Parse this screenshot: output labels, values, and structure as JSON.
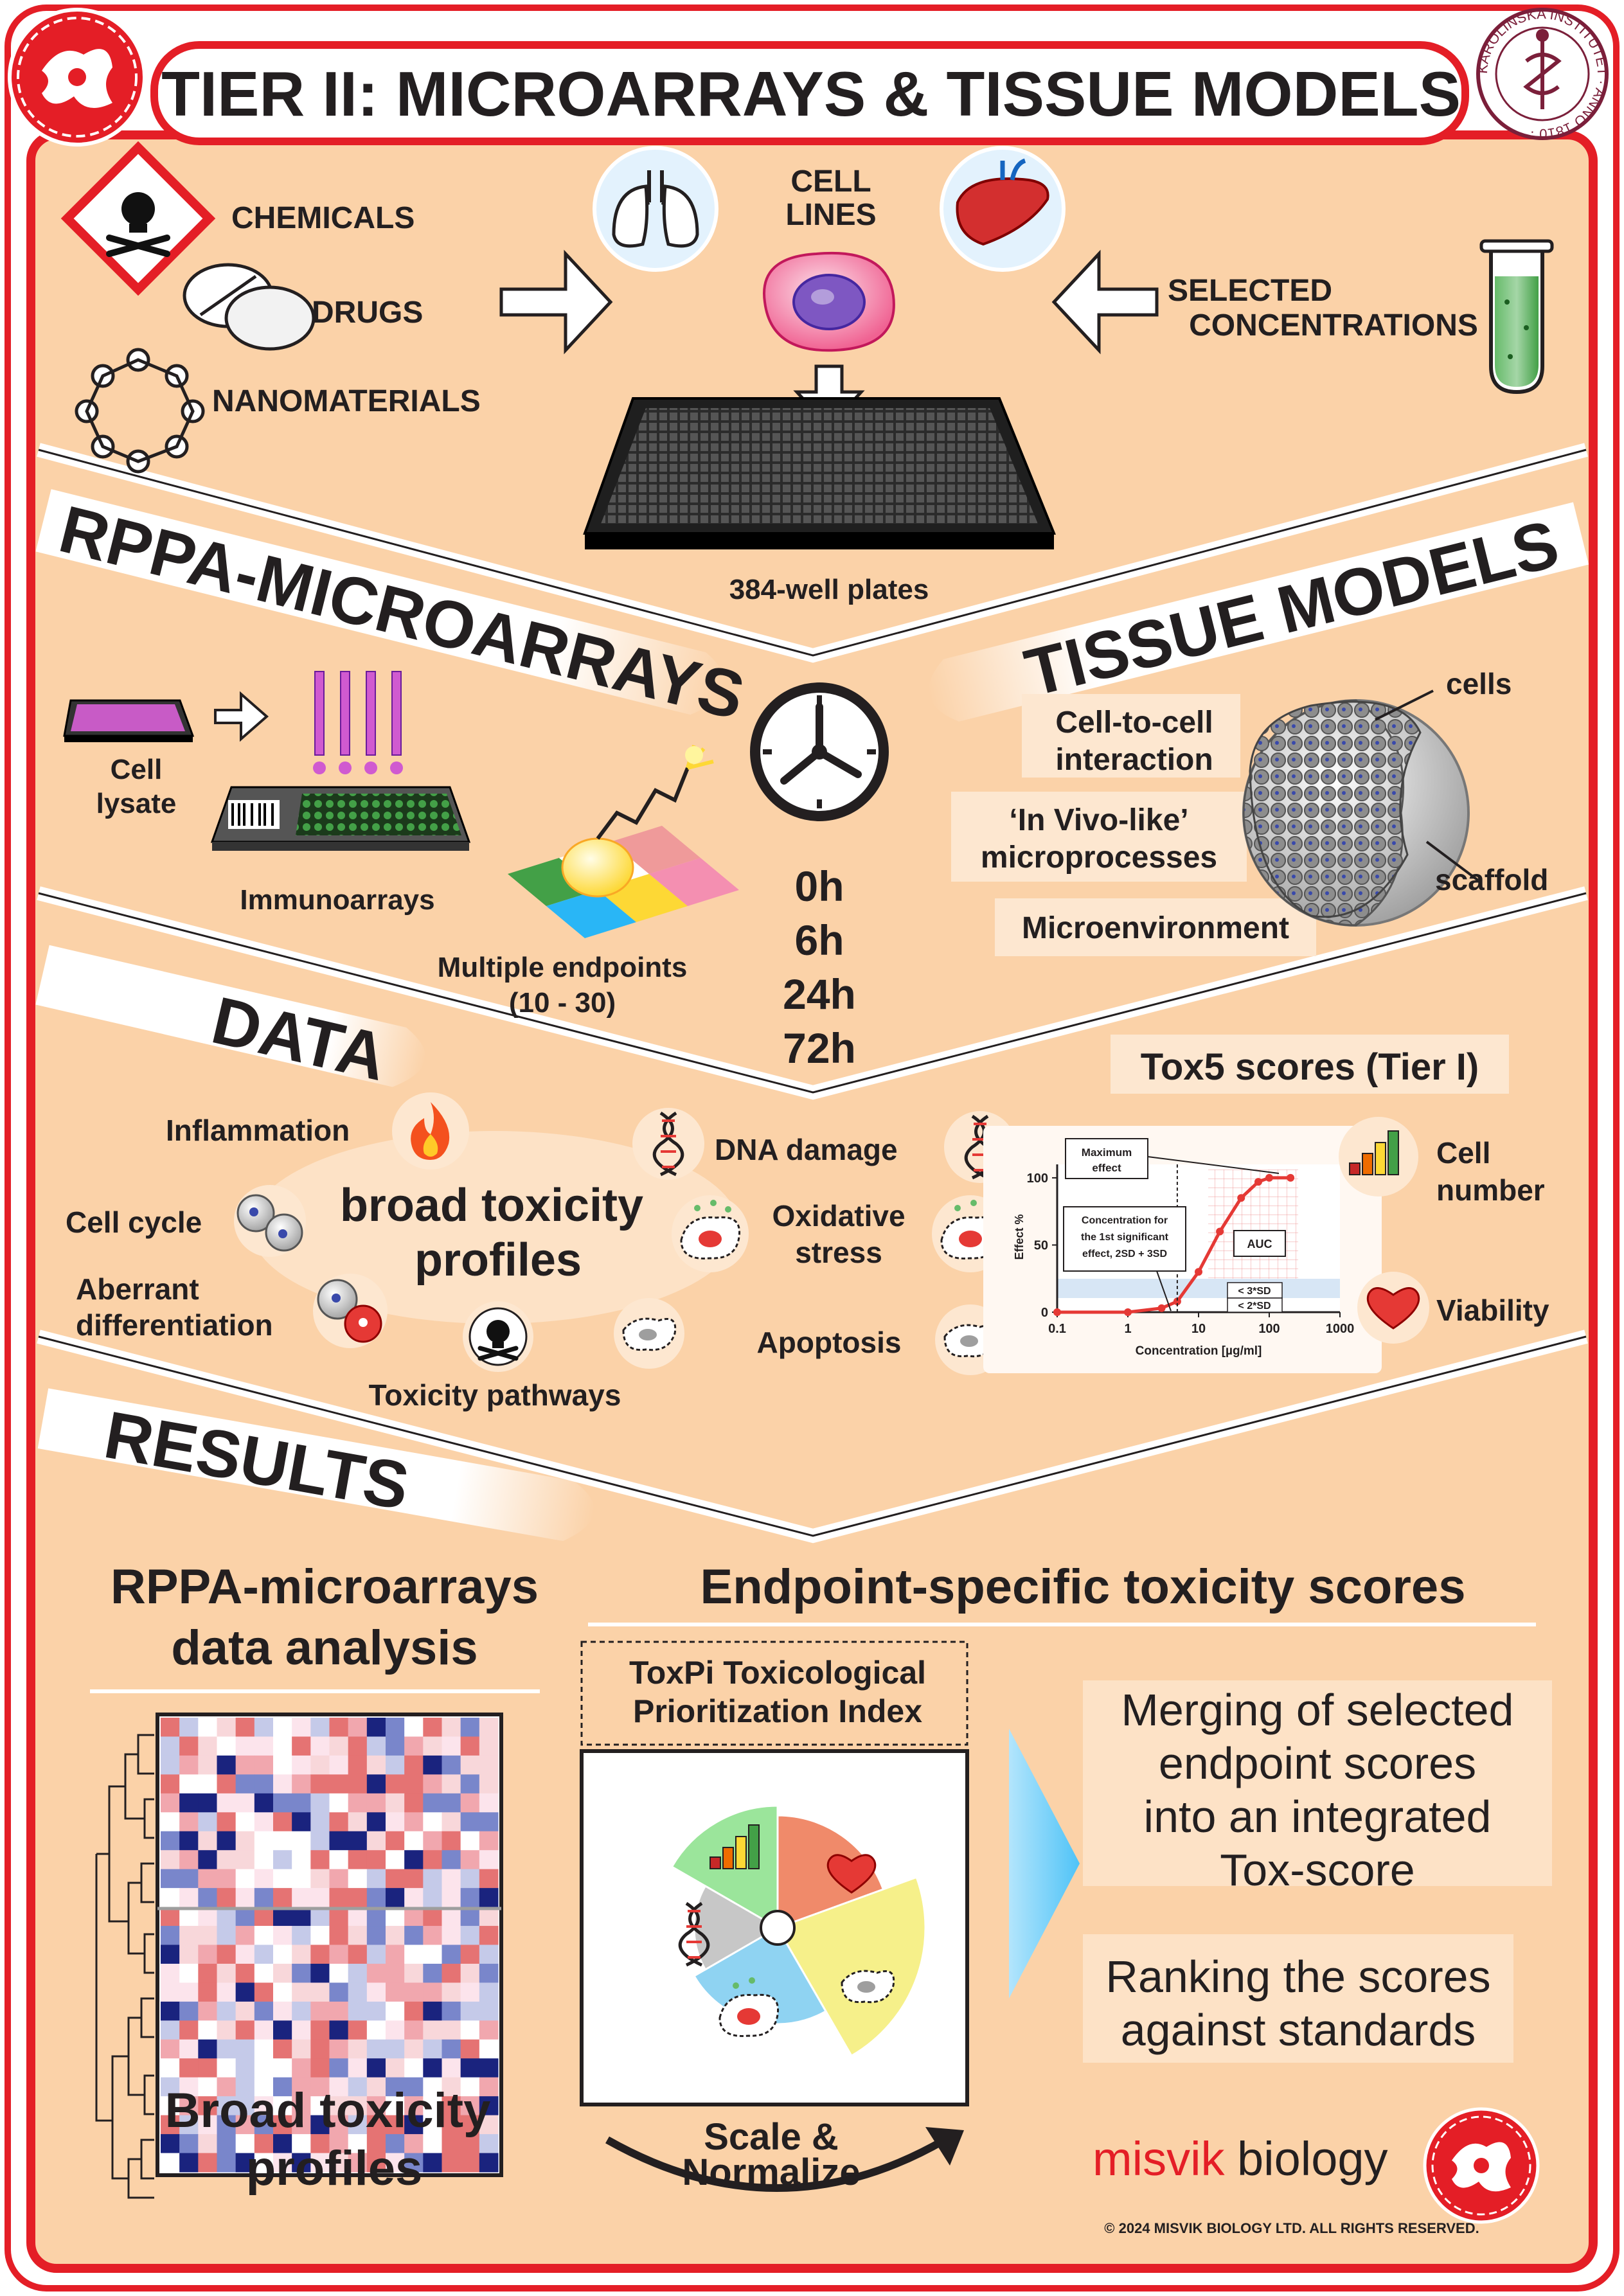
{
  "header": {
    "title": "TIER II: MICROARRAYS & TISSUE MODELS",
    "seal_text": "KAROLINSKA INSTITUTET · ANNO 1810 ·"
  },
  "inputs": {
    "chemicals": "CHEMICALS",
    "drugs": "DRUGS",
    "nanomaterials": "NANOMATERIALS",
    "cell_lines": [
      "CELL",
      "LINES"
    ],
    "selected_concentrations": [
      "SELECTED",
      "CONCENTRATIONS"
    ],
    "plates": "384-well plates"
  },
  "rppa": {
    "banner": "RPPA-MICROARRAYS",
    "cell_lysate": [
      "Cell",
      "lysate"
    ],
    "immunoarrays": "Immunoarrays",
    "multiple_endpoints": [
      "Multiple endpoints",
      "(10 - 30)"
    ]
  },
  "timepoints": [
    "0h",
    "6h",
    "24h",
    "72h"
  ],
  "tissue": {
    "banner": "TISSUE MODELS",
    "cell_to_cell": [
      "Cell-to-cell",
      "interaction"
    ],
    "in_vivo": [
      "‘In Vivo-like’",
      "microprocesses"
    ],
    "microenvironment": "Microenvironment",
    "cells": "cells",
    "scaffold": "scaffold"
  },
  "data": {
    "banner": "DATA",
    "inflammation": "Inflammation",
    "cell_cycle": "Cell cycle",
    "aberrant": [
      "Aberrant",
      "differentiation"
    ],
    "toxicity_pathways": "Toxicity pathways",
    "broad": [
      "broad toxicity",
      "profiles"
    ],
    "dna_damage": "DNA damage",
    "oxidative": [
      "Oxidative",
      "stress"
    ],
    "apoptosis": "Apoptosis",
    "tox5": "Tox5 scores (Tier I)",
    "cell_number": [
      "Cell",
      "number"
    ],
    "viability": "Viability"
  },
  "chart_data": {
    "type": "line",
    "xscale": "log",
    "xlabel": "Concentration [µg/ml]",
    "ylabel": "Effect %",
    "xlim": [
      0.1,
      1000
    ],
    "ylim": [
      0,
      110
    ],
    "xticks": [
      "0.1",
      "1",
      "10",
      "100",
      "1000"
    ],
    "yticks": [
      "0",
      "50",
      "100"
    ],
    "grid": false,
    "x": [
      0.1,
      1,
      3,
      5,
      10,
      20,
      40,
      70,
      100,
      200
    ],
    "y": [
      0,
      0,
      3,
      8,
      30,
      60,
      85,
      97,
      100,
      100
    ],
    "annotations": {
      "maximum_effect": [
        "Maximum",
        "effect"
      ],
      "first_effect": [
        "Concentration for",
        "the 1st significant",
        "effect, 2SD + 3SD"
      ],
      "auc": "AUC",
      "sd3": "< 3*SD",
      "sd2": "< 2*SD"
    }
  },
  "results": {
    "banner": "RESULTS",
    "rppa_analysis": [
      "RPPA-microarrays",
      "data analysis"
    ],
    "broad_profiles": [
      "Broad toxicity",
      "profiles"
    ],
    "endpoint_scores": "Endpoint-specific toxicity scores",
    "toxpi": [
      "ToxPi Toxicological",
      "Prioritization Index"
    ],
    "scale": [
      "Scale &",
      "Normalize"
    ],
    "merging": [
      "Merging of selected",
      "endpoint scores",
      "into an integrated",
      "Tox-score"
    ],
    "ranking": [
      "Ranking the scores",
      "against standards"
    ]
  },
  "footer": {
    "brand1": "misvik",
    "brand2": "biology",
    "copyright": "© 2024 MISVIK BIOLOGY LTD. ALL RIGHTS RESERVED."
  },
  "colors": {
    "border": "#e41e26",
    "panel": "#fbd2a8",
    "frame": "#231f20",
    "arrow": "#4fc3f7"
  }
}
